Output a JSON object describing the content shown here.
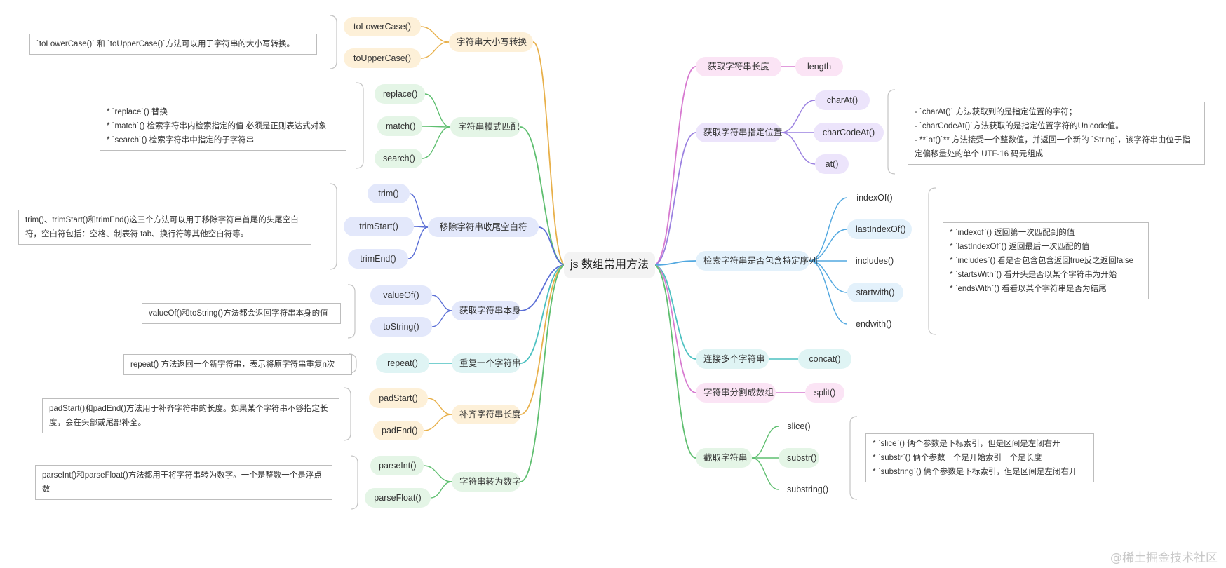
{
  "root": {
    "label": "js 数组常用方法"
  },
  "colors": {
    "orange": "#e8b04a",
    "green": "#5fbf70",
    "blue": "#5b6fd6",
    "teal": "#4cc1c1",
    "pink": "#d77ad0",
    "purple": "#9a80e0",
    "skyblue": "#52a8e0",
    "fill_orange": "#fdf0d8",
    "fill_green": "#e4f5e6",
    "fill_blue": "#e3e8fb",
    "fill_pink": "#fbe4f5",
    "fill_purple": "#ece4fb",
    "fill_sky": "#e3f1fb",
    "fill_teal": "#dff4f4"
  },
  "left": [
    {
      "label": "字符串大小写转换",
      "color": "orange",
      "children": [
        "toLowerCase()",
        "toUpperCase()"
      ],
      "note": [
        "`toLowerCase()` 和 `toUpperCase()`方法可以用于字符串的大小写转换。"
      ]
    },
    {
      "label": "字符串模式匹配",
      "color": "green",
      "children": [
        "replace()",
        "match()",
        "search()"
      ],
      "note": [
        "* `replace`() 替换",
        "* `match`() 检索字符串内检索指定的值 必须是正则表达式对象",
        "* `search`() 检索字符串中指定的子字符串"
      ]
    },
    {
      "label": "移除字符串收尾空白符",
      "color": "blue",
      "children": [
        "trim()",
        "trimStart()",
        "trimEnd()"
      ],
      "note": [
        "trim()、trimStart()和trimEnd()这三个方法可以用于移除字符串首尾的头尾空白符，空白符包括：空格、制表符 tab、换行符等其他空白符等。"
      ]
    },
    {
      "label": "获取字符串本身",
      "color": "blue",
      "children": [
        "valueOf()",
        "toString()"
      ],
      "note": [
        "valueOf()和toString()方法都会返回字符串本身的值"
      ]
    },
    {
      "label": "重复一个字符串",
      "color": "teal",
      "children": [
        "repeat()"
      ],
      "note": [
        "repeat() 方法返回一个新字符串，表示将原字符串重复n次"
      ]
    },
    {
      "label": "补齐字符串长度",
      "color": "orange",
      "children": [
        "padStart()",
        "padEnd()"
      ],
      "note": [
        "padStart()和padEnd()方法用于补齐字符串的长度。如果某个字符串不够指定长度，会在头部或尾部补全。"
      ]
    },
    {
      "label": "字符串转为数字",
      "color": "green",
      "children": [
        "parseInt()",
        "parseFloat()"
      ],
      "note": [
        "parseInt()和parseFloat()方法都用于将字符串转为数字。一个是整数一个是浮点数"
      ]
    }
  ],
  "right": [
    {
      "label": "获取字符串长度",
      "color": "pink",
      "children": [
        "length"
      ],
      "note": []
    },
    {
      "label": "获取字符串指定位置",
      "color": "purple",
      "children": [
        "charAt()",
        "charCodeAt()",
        "at()"
      ],
      "note": [
        "- `charAt()` 方法获取到的是指定位置的字符；",
        "- `charCodeAt()`方法获取的是指定位置字符的Unicode值。",
        "- **`at()`** 方法接受一个整数值，并返回一个新的 `String`，该字符串由位于指定偏移量处的单个 UTF-16 码元组成"
      ]
    },
    {
      "label": "检索字符串是否包含特定序列",
      "color": "skyblue",
      "children": [
        "indexOf()",
        "lastIndexOf()",
        "includes()",
        "startwith()",
        "endwith()"
      ],
      "note": [
        "* `indexof`() 返回第一次匹配到的值",
        "* `lastIndexOf`() 返回最后一次匹配的值",
        "* `includes`() 看是否包含包含返回true反之返回false",
        "* `startsWith`() 看开头是否以某个字符串为开始",
        "* `endsWith`() 看看以某个字符串是否为结尾"
      ]
    },
    {
      "label": "连接多个字符串",
      "color": "teal",
      "children": [
        "concat()"
      ],
      "note": []
    },
    {
      "label": "字符串分割成数组",
      "color": "pink",
      "children": [
        "split()"
      ],
      "note": []
    },
    {
      "label": "截取字符串",
      "color": "green",
      "children": [
        "slice()",
        "substr()",
        "substring()"
      ],
      "note": [
        "* `slice`() 俩个参数是下标索引，但是区间是左闭右开",
        "* `substr`() 俩个参数一个是开始索引一个是长度",
        "* `substring`() 俩个参数是下标索引，但是区间是左闭右开"
      ]
    }
  ],
  "watermark": "@稀土掘金技术社区"
}
